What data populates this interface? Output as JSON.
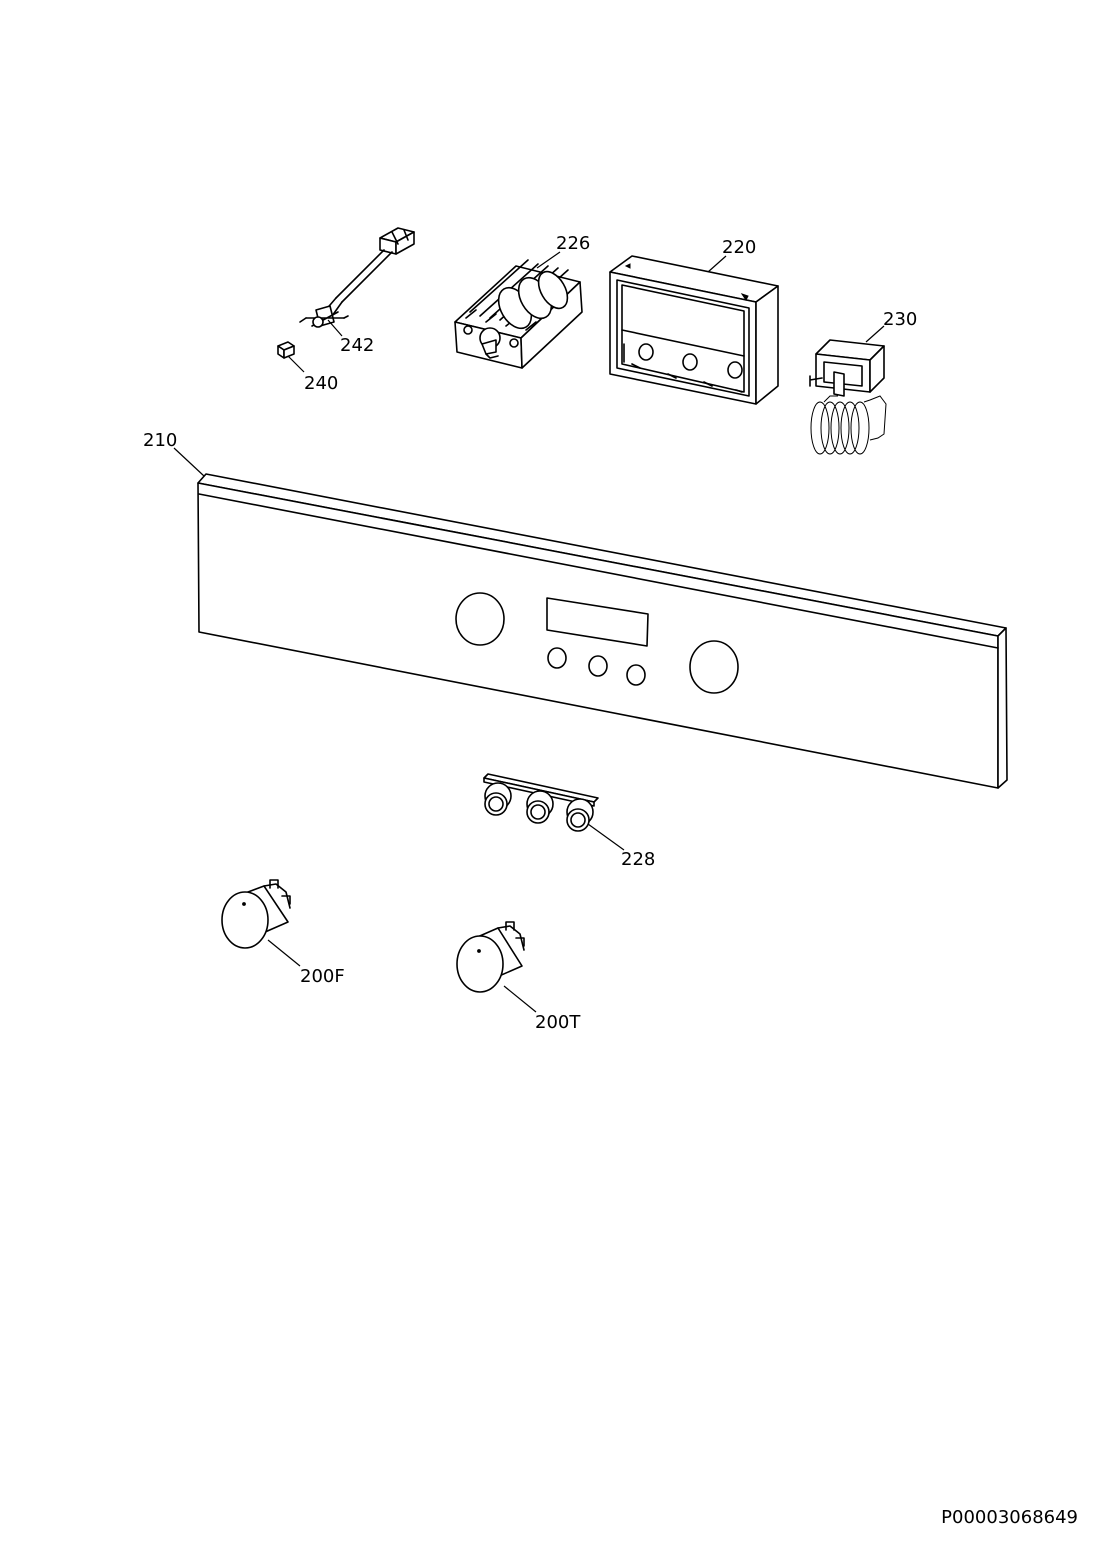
{
  "parts": [
    {
      "id": "p242",
      "label": "242",
      "description_icon": "wire-harness-icon"
    },
    {
      "id": "p240",
      "label": "240",
      "description_icon": "clip-icon"
    },
    {
      "id": "p226",
      "label": "226",
      "description_icon": "selector-switch-icon"
    },
    {
      "id": "p220",
      "label": "220",
      "description_icon": "display-housing-icon"
    },
    {
      "id": "p230",
      "label": "230",
      "description_icon": "thermostat-icon"
    },
    {
      "id": "p210",
      "label": "210",
      "description_icon": "control-panel-icon"
    },
    {
      "id": "p228",
      "label": "228",
      "description_icon": "push-button-set-icon"
    },
    {
      "id": "p200F",
      "label": "200F",
      "description_icon": "knob-icon"
    },
    {
      "id": "p200T",
      "label": "200T",
      "description_icon": "knob-icon"
    }
  ],
  "document_id": "P00003068649"
}
